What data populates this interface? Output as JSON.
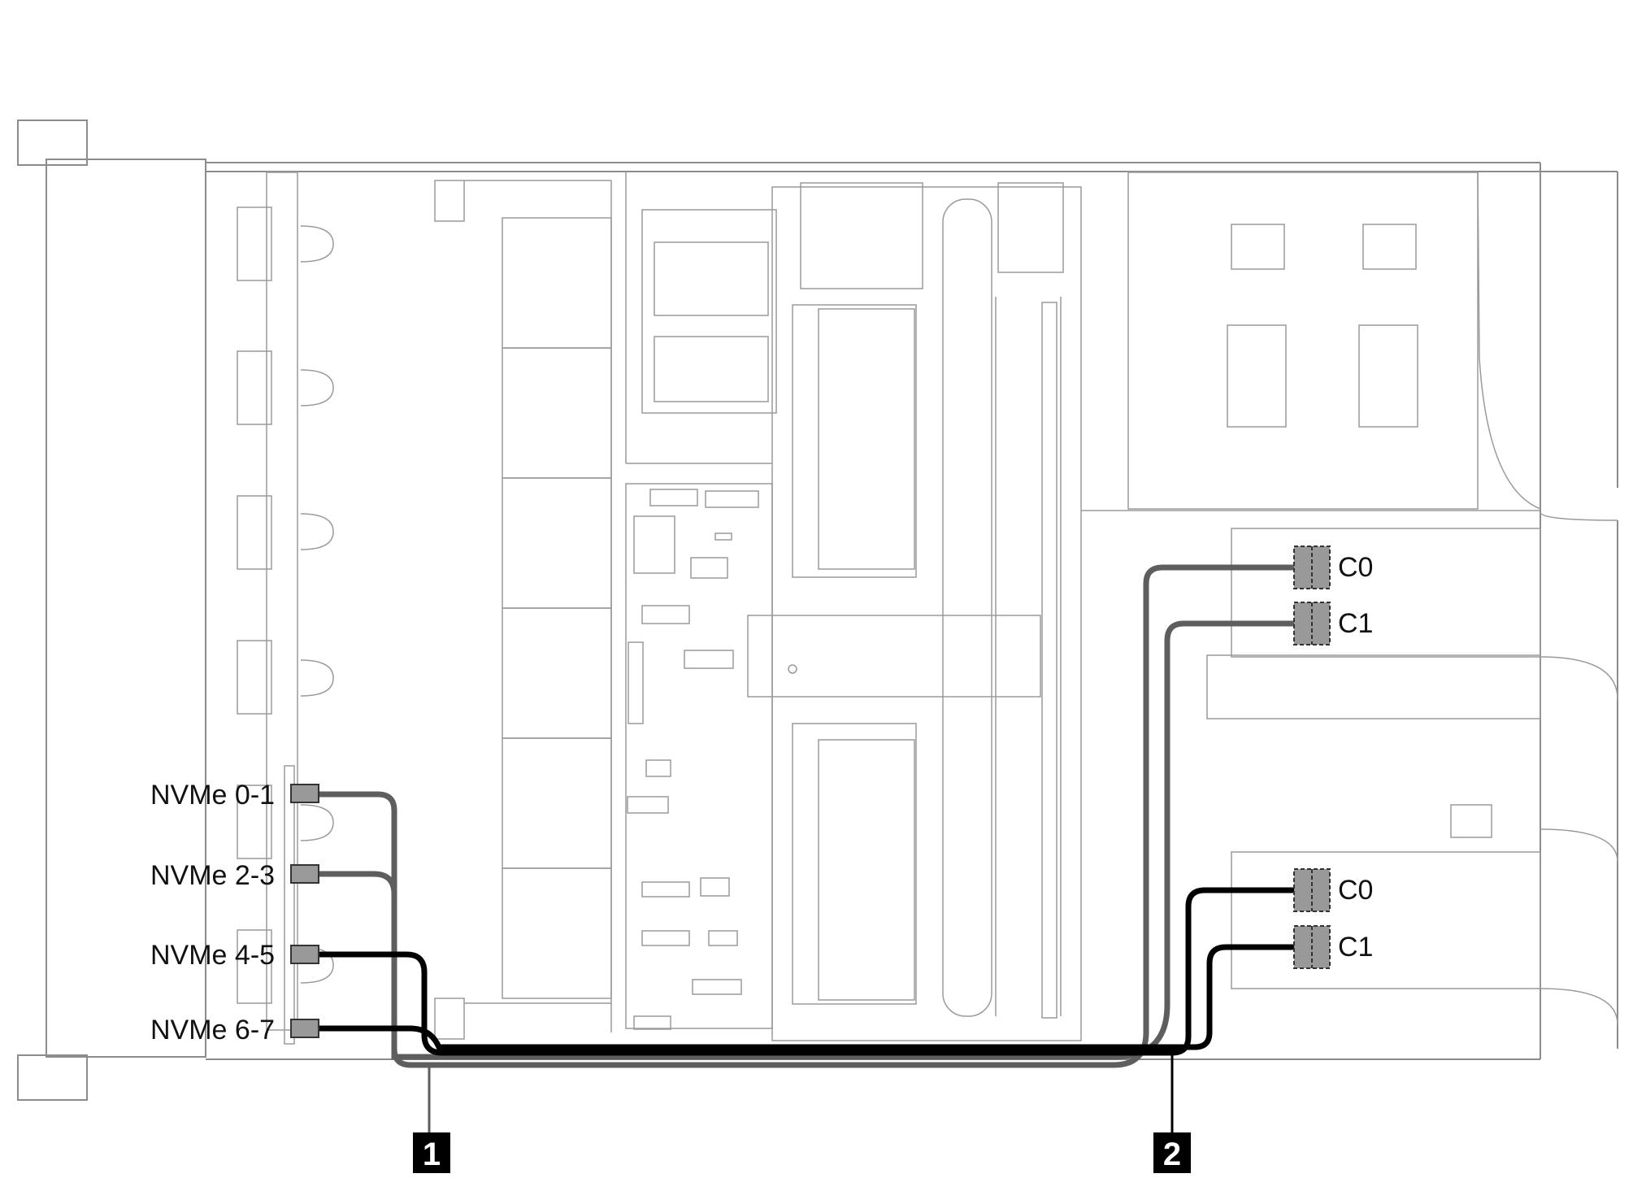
{
  "colors": {
    "chassis_line": "#8c8c8c",
    "cable_dark": "#000000",
    "cable_gray": "#5e5e5e",
    "connector_fill": "#999999",
    "callout_bg": "#000000",
    "callout_text": "#ffffff"
  },
  "backplane_connectors": [
    {
      "label": "NVMe 0-1",
      "cable": "1"
    },
    {
      "label": "NVMe 2-3",
      "cable": "1"
    },
    {
      "label": "NVMe 4-5",
      "cable": "2"
    },
    {
      "label": "NVMe 6-7",
      "cable": "2"
    }
  ],
  "adapter_upper": {
    "connectors": [
      {
        "label": "C0"
      },
      {
        "label": "C1"
      }
    ]
  },
  "adapter_lower": {
    "connectors": [
      {
        "label": "C0"
      },
      {
        "label": "C1"
      }
    ]
  },
  "callouts": [
    {
      "number": "1",
      "cable_color": "gray"
    },
    {
      "number": "2",
      "cable_color": "black"
    }
  ]
}
